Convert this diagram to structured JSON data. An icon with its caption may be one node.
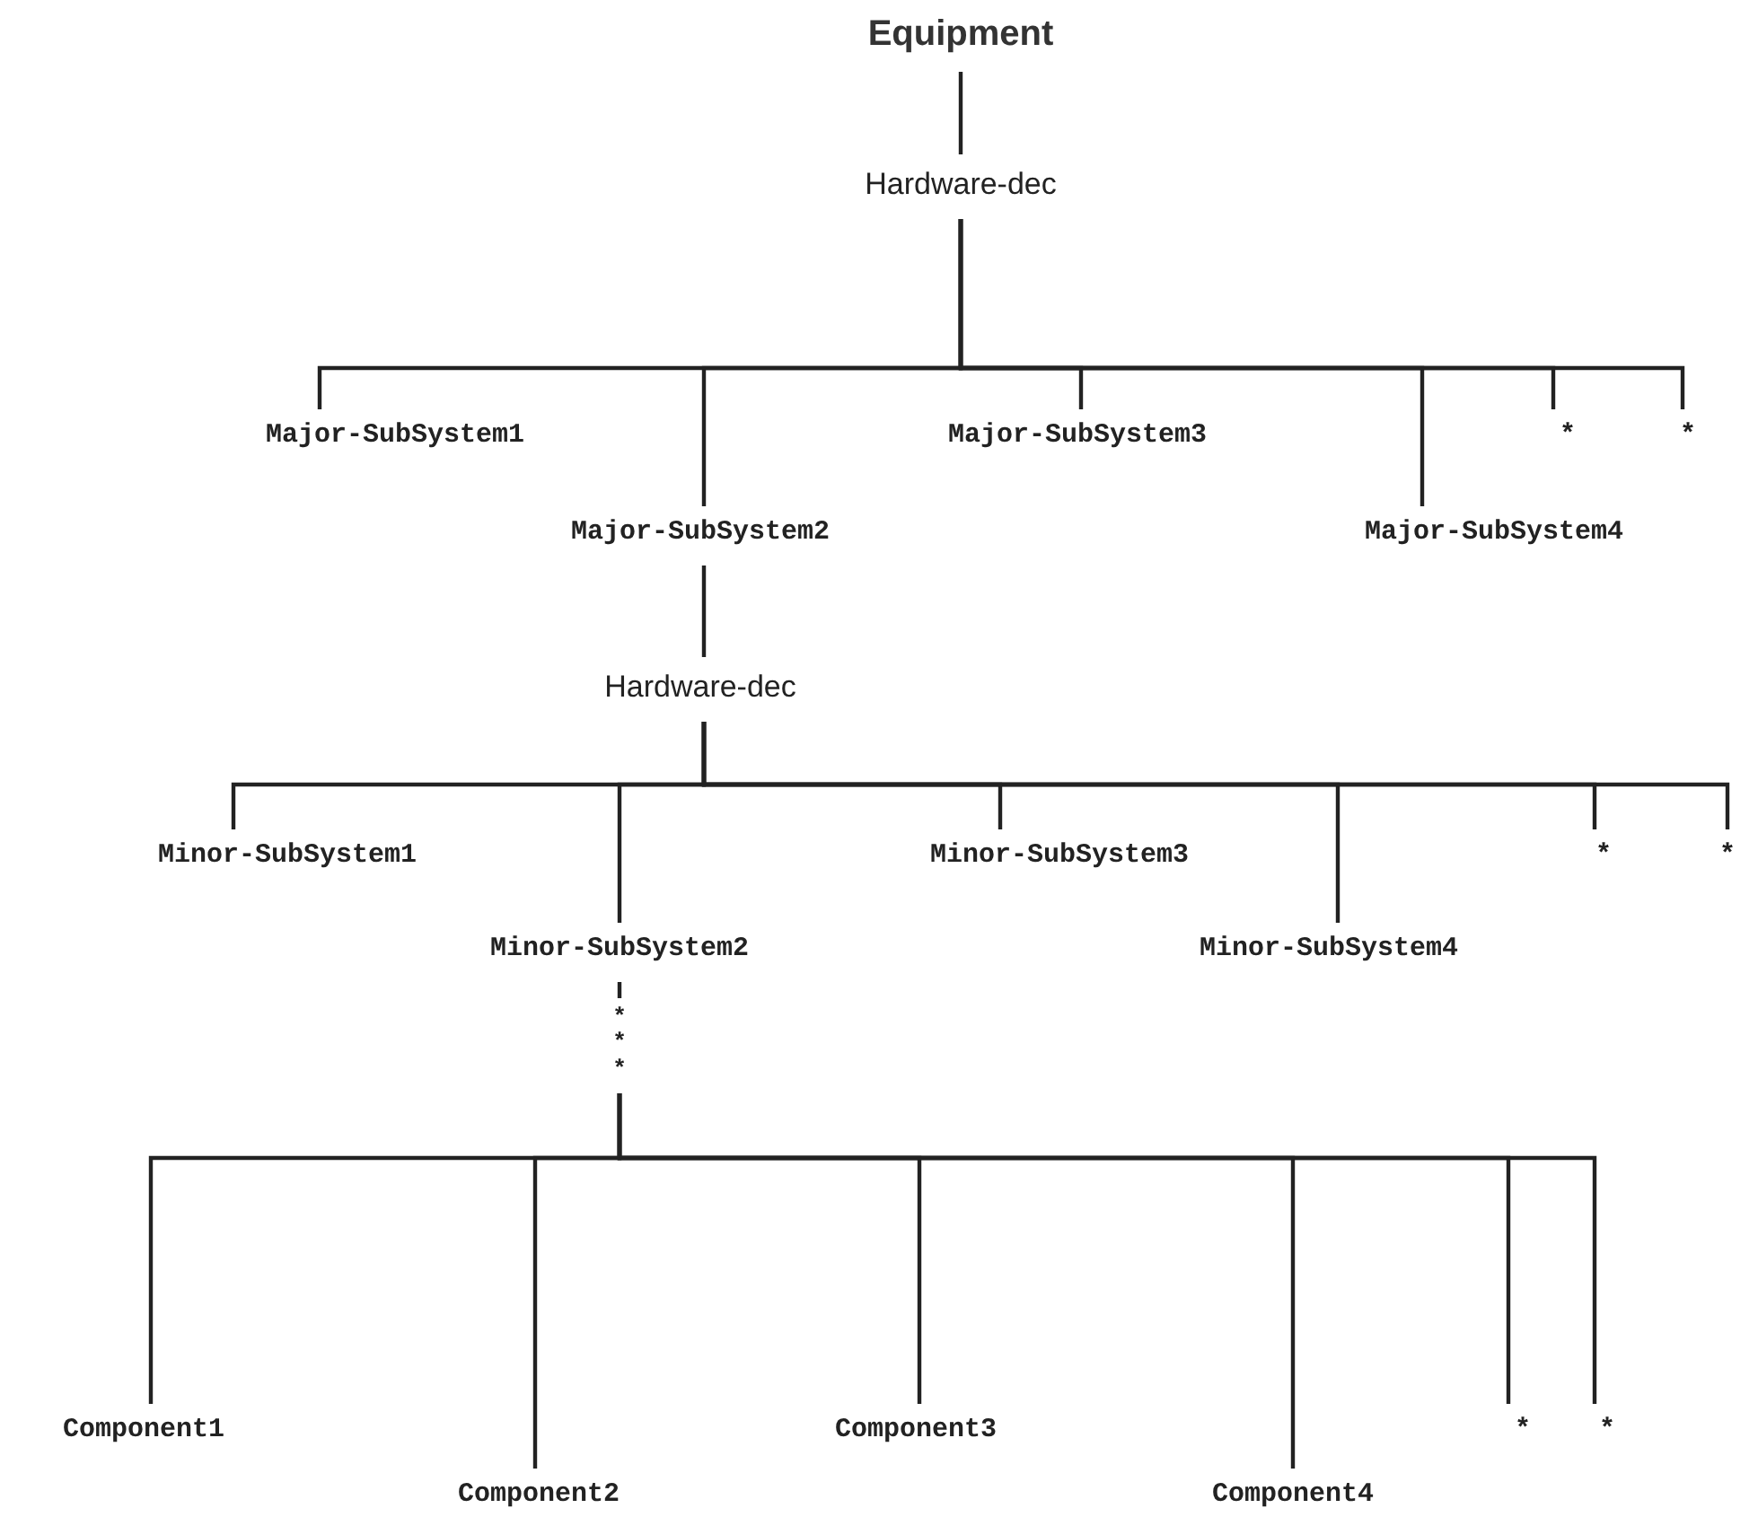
{
  "diagram": {
    "nodes": [
      {
        "text": [
          "Equipment"
        ]
      },
      {
        "text": [
          "Hardware-dec"
        ]
      },
      {
        "text": [
          "Major-SubSystem1"
        ]
      },
      {
        "text": [
          "Major-SubSystem2"
        ]
      },
      {
        "text": [
          "Major-SubSystem3"
        ]
      },
      {
        "text": [
          "Major-SubSystem4"
        ]
      },
      {
        "text": [
          "*"
        ]
      },
      {
        "text": [
          "*"
        ]
      },
      {
        "text": [
          "Hardware-dec"
        ]
      },
      {
        "text": [
          "Minor-SubSystem1"
        ]
      },
      {
        "text": [
          "Minor-SubSystem2"
        ]
      },
      {
        "text": [
          "Minor-SubSystem3"
        ]
      },
      {
        "text": [
          "Minor-SubSystem4"
        ]
      },
      {
        "text": [
          "*"
        ]
      },
      {
        "text": [
          "*"
        ]
      },
      {
        "text": [
          "* * *"
        ]
      },
      {
        "text": [
          "Component1"
        ]
      },
      {
        "text": [
          "Component2"
        ]
      },
      {
        "text": [
          "Component3"
        ]
      },
      {
        "text": [
          "Component4"
        ]
      },
      {
        "text": [
          "*"
        ]
      },
      {
        "text": [
          "*"
        ]
      }
    ],
    "edges": [
      {
        "from": 0,
        "to": 1,
        "arrow": "none"
      },
      {
        "from": 1,
        "to": 2,
        "arrow": "none"
      },
      {
        "from": 1,
        "to": 3,
        "arrow": "none"
      },
      {
        "from": 1,
        "to": 4,
        "arrow": "none"
      },
      {
        "from": 1,
        "to": 5,
        "arrow": "none"
      },
      {
        "from": 1,
        "to": 6,
        "arrow": "none"
      },
      {
        "from": 1,
        "to": 7,
        "arrow": "none"
      },
      {
        "from": 3,
        "to": 8,
        "arrow": "none"
      },
      {
        "from": 8,
        "to": 9,
        "arrow": "none"
      },
      {
        "from": 8,
        "to": 10,
        "arrow": "none"
      },
      {
        "from": 8,
        "to": 11,
        "arrow": "none"
      },
      {
        "from": 8,
        "to": 12,
        "arrow": "none"
      },
      {
        "from": 8,
        "to": 13,
        "arrow": "none"
      },
      {
        "from": 8,
        "to": 14,
        "arrow": "none"
      },
      {
        "from": 10,
        "to": 15,
        "arrow": "none"
      },
      {
        "from": 15,
        "to": 16,
        "arrow": "none"
      },
      {
        "from": 15,
        "to": 17,
        "arrow": "none"
      },
      {
        "from": 15,
        "to": 18,
        "arrow": "none"
      },
      {
        "from": 15,
        "to": 19,
        "arrow": "none"
      },
      {
        "from": 15,
        "to": 20,
        "arrow": "none"
      },
      {
        "from": 15,
        "to": 21,
        "arrow": "none"
      }
    ]
  }
}
